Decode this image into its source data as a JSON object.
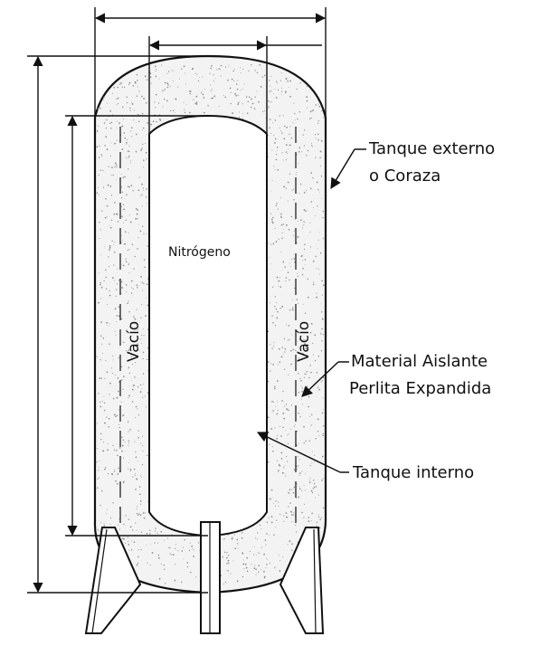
{
  "labels": {
    "nitrogen": "Nitrógeno",
    "vacuum_left": "Vacío",
    "vacuum_right": "Vacío",
    "outer_tank_line1": "Tanque externo",
    "outer_tank_line2": "o Coraza",
    "insulation_line1": "Material Aislante",
    "insulation_line2": "Perlita Expandida",
    "inner_tank": "Tanque interno"
  },
  "colors": {
    "line": "#111111",
    "insulation_fill": "#f3f3f3",
    "speckle": "#8a8a8a"
  }
}
